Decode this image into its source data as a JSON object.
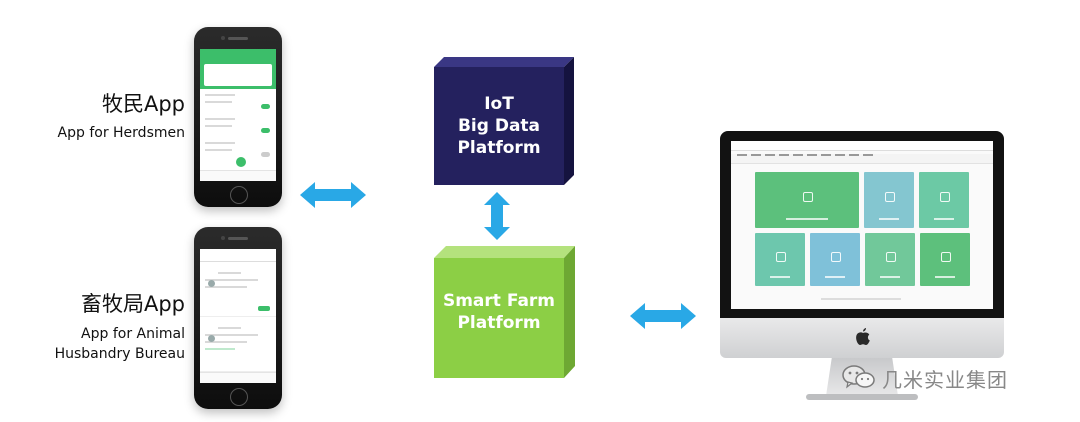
{
  "herdsmen": {
    "title_zh": "牧民App",
    "title_en": "App for Herdsmen"
  },
  "bureau": {
    "title_zh": "畜牧局App",
    "title_en_line1": "App for Animal",
    "title_en_line2": "Husbandry Bureau"
  },
  "iot_box": {
    "line1": "IoT",
    "line2": "Big Data",
    "line3": "Platform",
    "colors": {
      "front": "#24215e",
      "top": "#3a3784",
      "side": "#15133f"
    }
  },
  "farm_box": {
    "line1": "Smart Farm",
    "line2": "Platform",
    "colors": {
      "front": "#8ccf45",
      "top": "#b4e27d",
      "side": "#6ea833"
    }
  },
  "arrow_color": "#29a8e6",
  "watermark": {
    "text": "几米实业集团"
  }
}
